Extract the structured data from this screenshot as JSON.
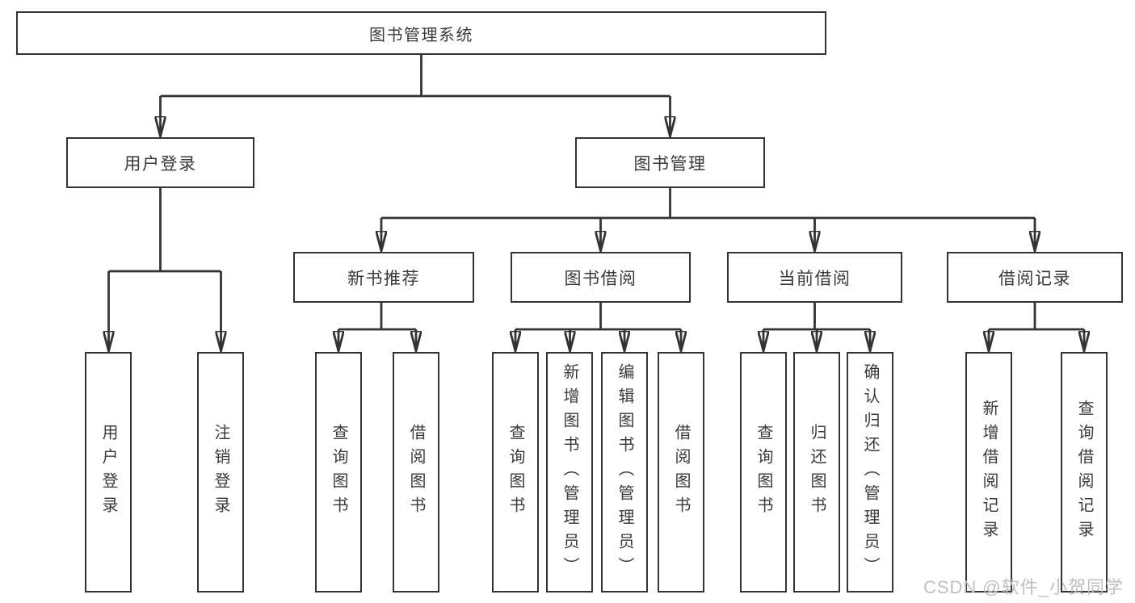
{
  "diagram": {
    "root": {
      "label": "图书管理系统"
    },
    "level2": [
      {
        "label": "用户登录"
      },
      {
        "label": "图书管理"
      }
    ],
    "level3": [
      {
        "label": "新书推荐"
      },
      {
        "label": "图书借阅"
      },
      {
        "label": "当前借阅"
      },
      {
        "label": "借阅记录"
      }
    ],
    "leaves": [
      {
        "label": "用户登录"
      },
      {
        "label": "注销登录"
      },
      {
        "label": "查询图书"
      },
      {
        "label": "借阅图书"
      },
      {
        "label": "查询图书"
      },
      {
        "label": "新增图书（管理员）"
      },
      {
        "label": "编辑图书（管理员）"
      },
      {
        "label": "借阅图书"
      },
      {
        "label": "查询图书"
      },
      {
        "label": "归还图书"
      },
      {
        "label": "确认归还（管理员）"
      },
      {
        "label": "新增借阅记录"
      },
      {
        "label": "查询借阅记录"
      }
    ]
  },
  "watermark": {
    "text": "CSDN @软件_小贺同学"
  },
  "colors": {
    "line": "#333333",
    "border": "#333333",
    "fill": "#ffffff",
    "text": "#3a3a3a",
    "background": "#ffffff",
    "watermark": "#bfbfbf"
  }
}
